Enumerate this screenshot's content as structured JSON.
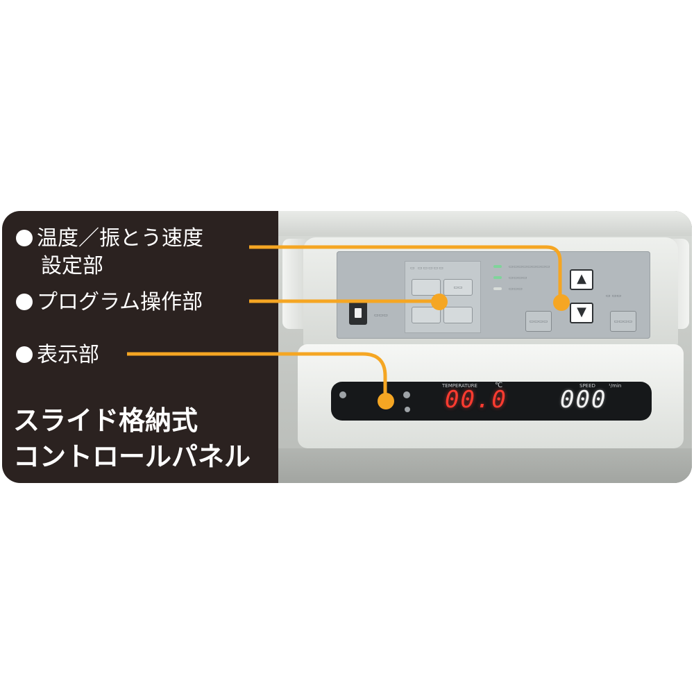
{
  "callouts": {
    "temp_speed": {
      "line1": "温度／振とう速度",
      "line2": "設定部"
    },
    "program": "プログラム操作部",
    "display": "表示部"
  },
  "title": {
    "line1": "スライド格納式",
    "line2": "コントロールパネル"
  },
  "device": {
    "temperature_value": "00.0",
    "temperature_unit": "℃",
    "speed_value": "000",
    "speed_unit": "¹/min",
    "temperature_label": "TEMPERATURE",
    "speed_label": "SPEED",
    "up_arrow": "▲",
    "down_arrow": "▼"
  },
  "colors": {
    "accent": "#f5a623",
    "banner": "#2b2220",
    "temperature_led": "#ff3b30"
  }
}
